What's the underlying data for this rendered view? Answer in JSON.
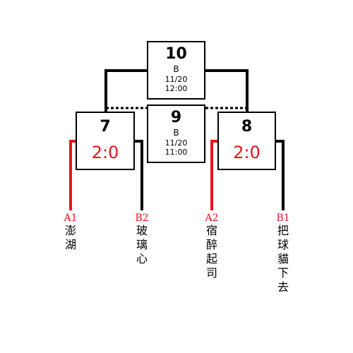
{
  "matches": {
    "m10": {
      "number": "10",
      "group": "B",
      "date": "11/20",
      "time": "12:00"
    },
    "m9": {
      "number": "9",
      "group": "B",
      "date": "11/20",
      "time": "11:00"
    },
    "m7": {
      "number": "7",
      "score": "2:0"
    },
    "m8": {
      "number": "8",
      "score": "2:0"
    }
  },
  "teams": [
    {
      "seed": "A1",
      "name": "澎湖"
    },
    {
      "seed": "B2",
      "name": "玻璃心"
    },
    {
      "seed": "A2",
      "name": "宿醉起司"
    },
    {
      "seed": "B1",
      "name": "把球貓下去"
    }
  ],
  "colors": {
    "winner_line": "#e8141c",
    "line": "#000000",
    "seed_text": "#e8141c"
  }
}
